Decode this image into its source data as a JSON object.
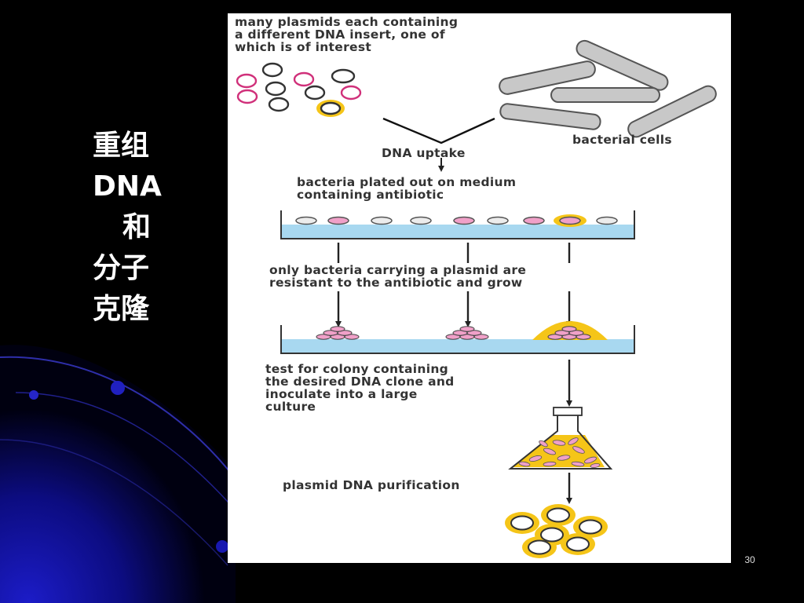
{
  "slide": {
    "title_lines": [
      "重组",
      "DNA",
      "和",
      "分子",
      "克隆"
    ],
    "page_number": "30"
  },
  "diagram": {
    "step1_text": [
      "many plasmids each containing",
      "a different DNA insert, one of",
      "which is of interest"
    ],
    "bacteria_label": "bacterial cells",
    "uptake_label": "DNA uptake",
    "plating_text": [
      "bacteria plated out on medium",
      "containing antibiotic"
    ],
    "resistance_text": [
      "only bacteria carrying a plasmid are",
      "resistant to the antibiotic and grow"
    ],
    "test_text": [
      "test for colony containing",
      "the desired DNA clone and",
      "inoculate into a large",
      "culture"
    ],
    "purification_label": "plasmid DNA purification"
  },
  "colors": {
    "background": "#000000",
    "accent_blue": "#1010a0",
    "medium": "#a8d8f0",
    "colony_pink": "#f0a0c8",
    "plasmid_pink": "#d0307a",
    "highlight_yellow": "#f5c518",
    "bacteria_gray": "#c8c8c8"
  }
}
